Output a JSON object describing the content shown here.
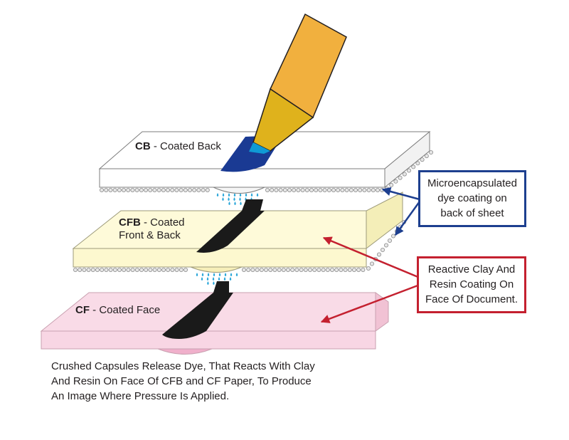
{
  "layers": {
    "cb": {
      "abbr": "CB",
      "rest": " - Coated Back"
    },
    "cfb": {
      "abbr": "CFB",
      "rest_line1": " - Coated",
      "line2": "Front & Back"
    },
    "cf": {
      "abbr": "CF",
      "rest": " - Coated Face"
    }
  },
  "callouts": {
    "microcapsule": {
      "lines": [
        "Microencapsulated",
        "dye coating on",
        "back of sheet"
      ]
    },
    "clay": {
      "lines": [
        "Reactive Clay And",
        "Resin Coating On",
        "Face Of Document."
      ]
    }
  },
  "caption": {
    "lines": [
      "Crushed Capsules Release Dye, That Reacts With Clay",
      "And Resin On Face Of CFB and CF Paper, To Produce",
      "An Image Where Pressure Is Applied."
    ]
  },
  "colors": {
    "cb_sheet": "#ffffff",
    "cfb_sheet": "#fdf8cf",
    "cf_sheet": "#f8d6e4",
    "dye": "#1a3a93",
    "mark": "#1a1a1a",
    "droplet": "#2aa6d9",
    "pen_body": "#f1b03e",
    "pen_tip": "#dfb21c",
    "callout_blue": "#1d3f8f",
    "callout_red": "#c4202f"
  },
  "icons": [
    "pen-icon",
    "capsule-icon",
    "droplet-icon"
  ]
}
